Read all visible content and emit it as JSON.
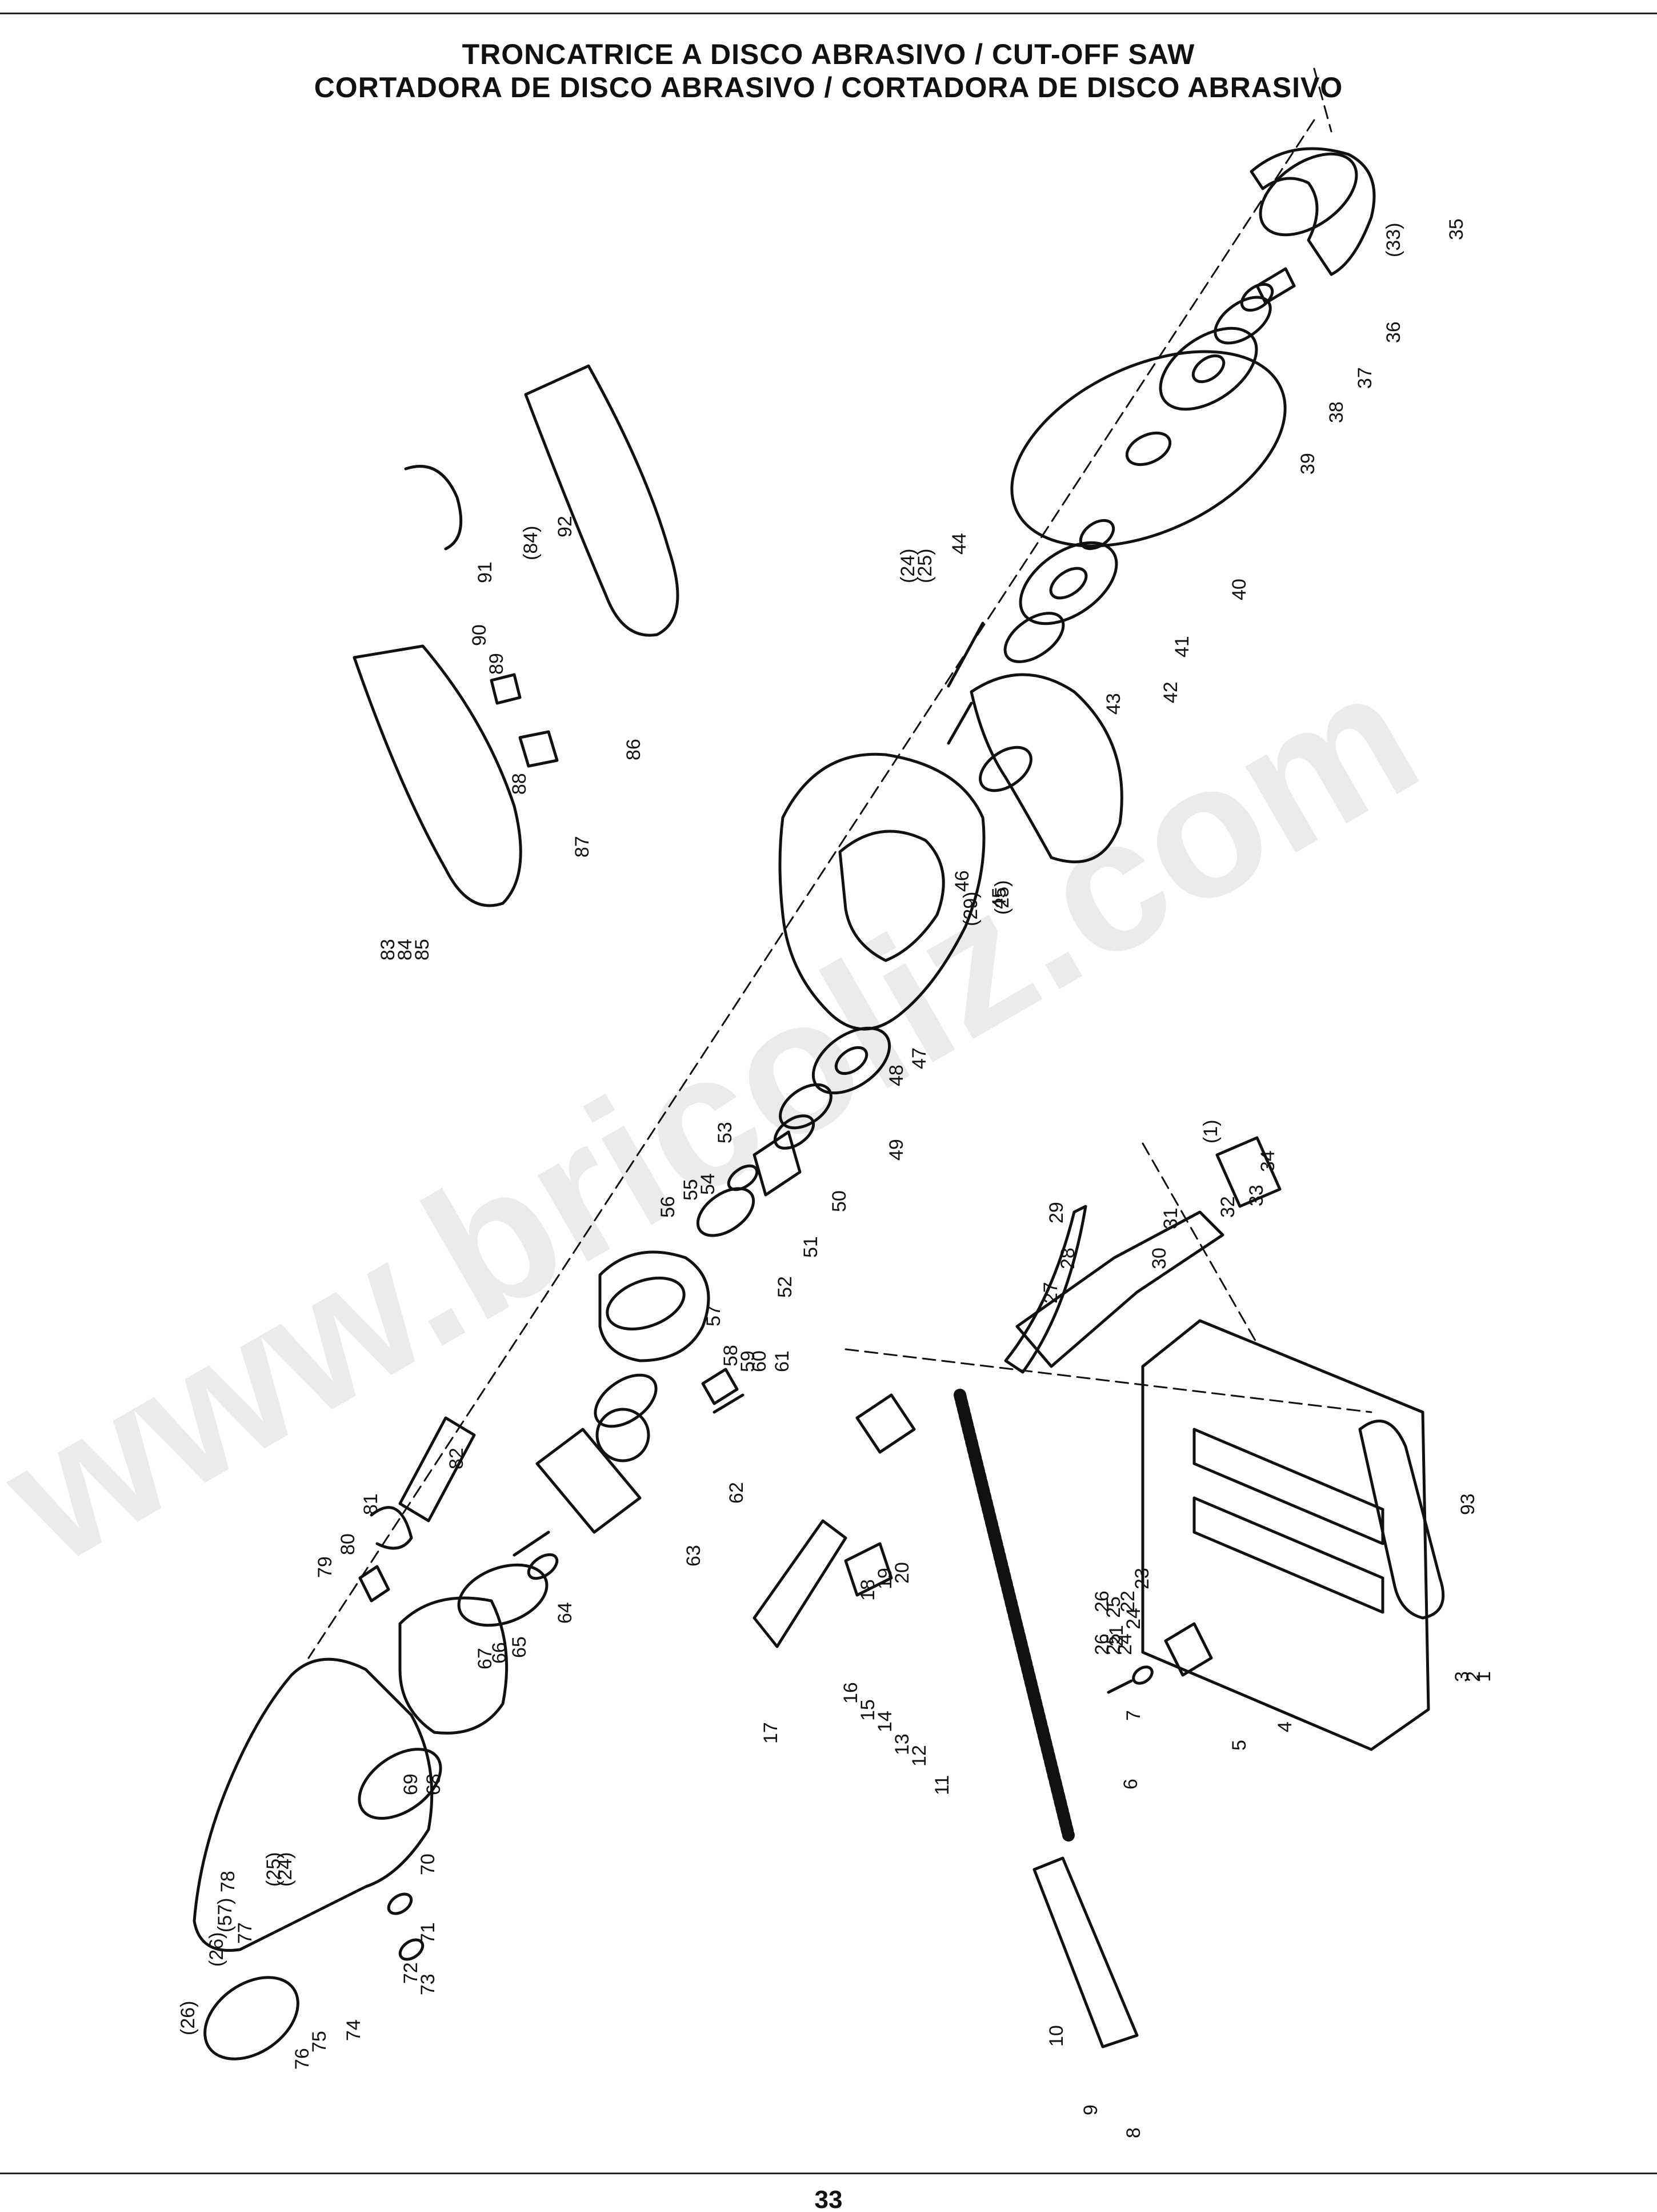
{
  "header": {
    "title_line1": "TRONCATRICE A DISCO ABRASIVO / CUT-OFF SAW",
    "title_line2": "CORTADORA DE DISCO ABRASIVO / CORTADORA DE DISCO ABRASIVO"
  },
  "watermark": "www.bricoliz.com",
  "footer": {
    "page_number": "33"
  },
  "callouts": [
    "1",
    "2",
    "3",
    "4",
    "5",
    "6",
    "7",
    "8",
    "9",
    "10",
    "11",
    "12",
    "13",
    "14",
    "15",
    "16",
    "17",
    "18",
    "19",
    "20",
    "21",
    "22",
    "23",
    "24",
    "25",
    "26",
    "27",
    "28",
    "29",
    "30",
    "31",
    "32",
    "33",
    "34",
    "35",
    "36",
    "37",
    "38",
    "39",
    "40",
    "41",
    "42",
    "43",
    "44",
    "45",
    "46",
    "47",
    "48",
    "49",
    "50",
    "51",
    "52",
    "53",
    "54",
    "55",
    "56",
    "57",
    "58",
    "59",
    "60",
    "61",
    "62",
    "63",
    "64",
    "65",
    "66",
    "67",
    "68",
    "69",
    "70",
    "71",
    "72",
    "73",
    "74",
    "75",
    "76",
    "77",
    "78",
    "79",
    "80",
    "81",
    "82",
    "83",
    "84",
    "85",
    "86",
    "87",
    "88",
    "89",
    "90",
    "91",
    "92",
    "93",
    "(1)",
    "(24)",
    "(25)",
    "(26)",
    "(29)",
    "(33)",
    "(57)",
    "(84)",
    "24",
    "25",
    "26",
    "(25)",
    "(25)",
    "(24)",
    "(26)"
  ],
  "colors": {
    "ink": "#111111",
    "paper": "#ffffff",
    "watermark": "#000000"
  }
}
